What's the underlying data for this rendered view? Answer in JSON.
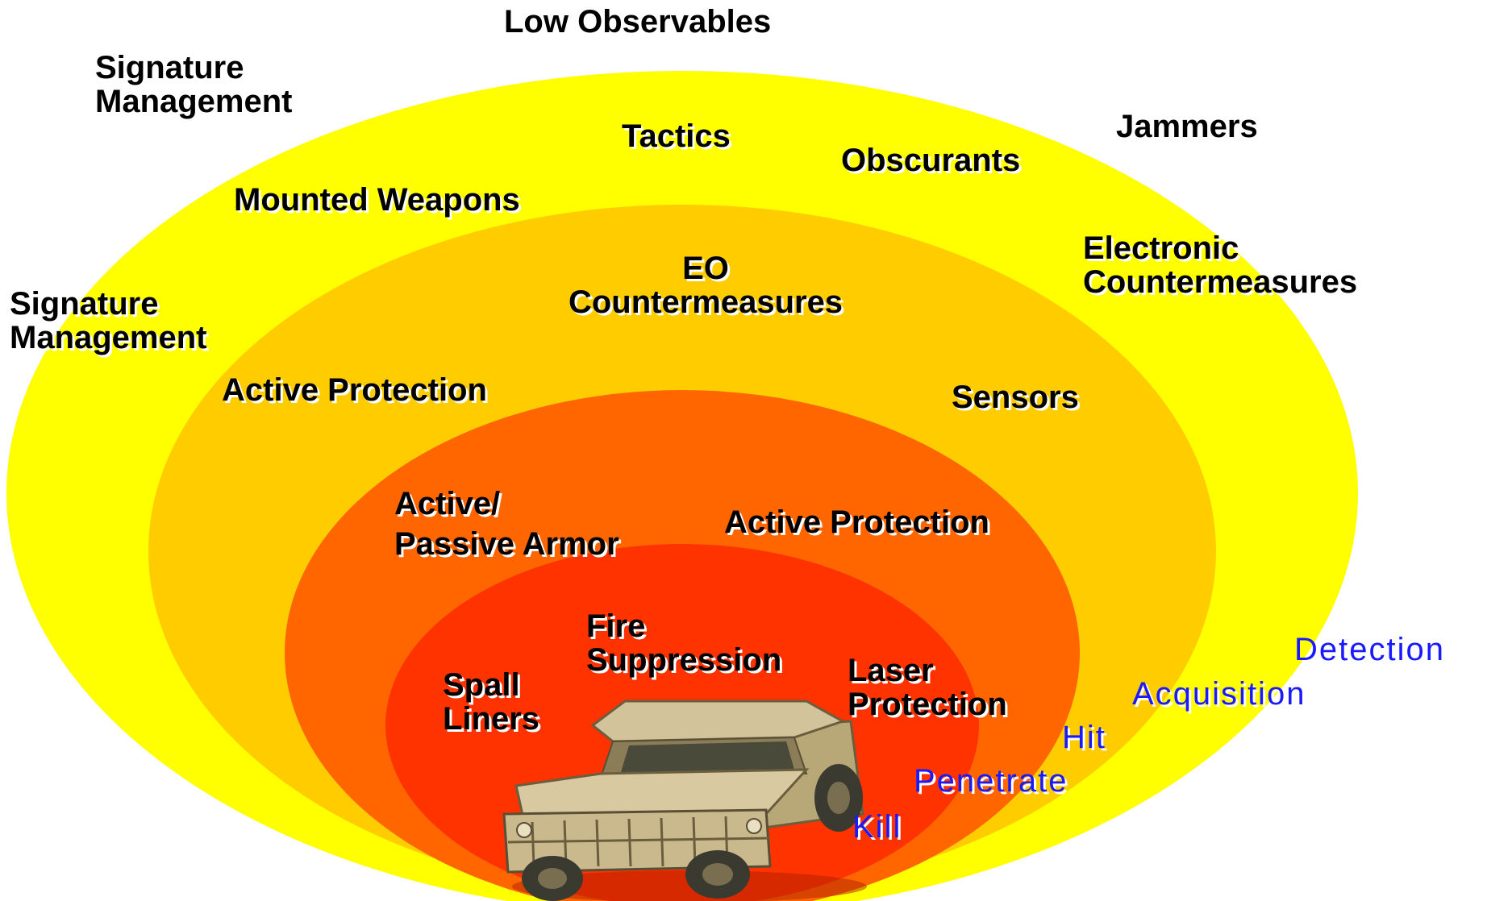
{
  "colors": {
    "outer_ring": "#ffff00",
    "second_ring": "#ffcc00",
    "third_ring": "#ff6600",
    "inner_ring": "#ff3300",
    "kill_chain_text": "#1a1aff",
    "label_text": "#000000"
  },
  "outer_labels": {
    "low_observables": "Low Observables",
    "signature_top_1": "Signature",
    "signature_top_2": "Management",
    "jammers": "Jammers",
    "signature_left_1": "Signature",
    "signature_left_2": "Management"
  },
  "ring1": {
    "tactics": "Tactics",
    "obscurants": "Obscurants",
    "mounted_weapons": "Mounted Weapons",
    "electronic_1": "Electronic",
    "electronic_2": "Countermeasures"
  },
  "ring2": {
    "eo_1": "EO",
    "eo_2": "Countermeasures",
    "active_protection": "Active Protection",
    "sensors": "Sensors"
  },
  "ring3": {
    "armor_1": "Active/",
    "armor_2": "Passive Armor",
    "active_protection": "Active Protection"
  },
  "ring4": {
    "fire_1": "Fire",
    "fire_2": "Suppression",
    "spall_1": "Spall",
    "spall_2": "Liners",
    "laser_1": "Laser",
    "laser_2": "Protection"
  },
  "kill_chain": {
    "detection": "Detection",
    "acquisition": "Acquisition",
    "hit": "Hit",
    "penetrate": "Penetrate",
    "kill": "Kill"
  },
  "vehicle_icon": "military-vehicle-icon"
}
